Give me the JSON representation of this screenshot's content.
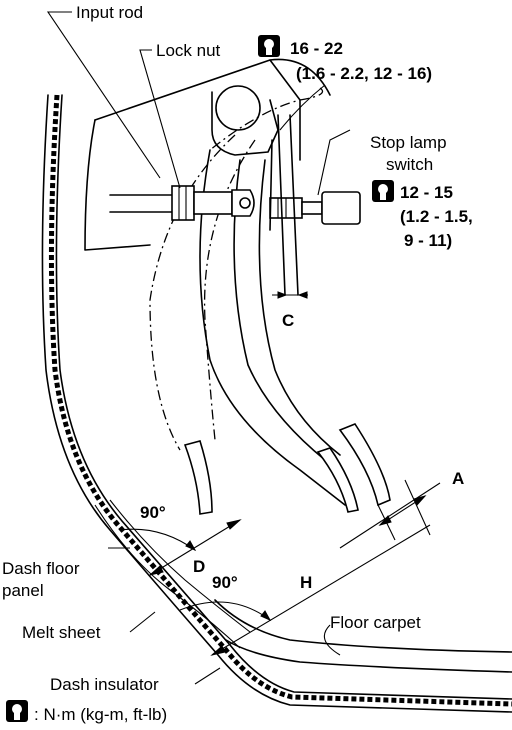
{
  "labels": {
    "input_rod": "Input rod",
    "lock_nut": "Lock nut",
    "lock_nut_torque": "16 - 22",
    "lock_nut_torque_alt": "(1.6 - 2.2, 12 - 16)",
    "stop_lamp_line1": "Stop lamp",
    "stop_lamp_line2": "switch",
    "stop_lamp_torque": "12 - 15",
    "stop_lamp_torque_alt1": "(1.2 - 1.5,",
    "stop_lamp_torque_alt2": "9 - 11)",
    "dim_c": "C",
    "dim_a": "A",
    "dim_d": "D",
    "dim_h": "H",
    "angle_upper": "90°",
    "angle_lower": "90°",
    "dash_floor_panel_1": "Dash floor",
    "dash_floor_panel_2": "panel",
    "melt_sheet": "Melt sheet",
    "floor_carpet": "Floor carpet",
    "dash_insulator": "Dash insulator",
    "legend_units": ": N·m (kg-m, ft-lb)"
  },
  "icons": {
    "torque": "torque-wrench-icon"
  }
}
